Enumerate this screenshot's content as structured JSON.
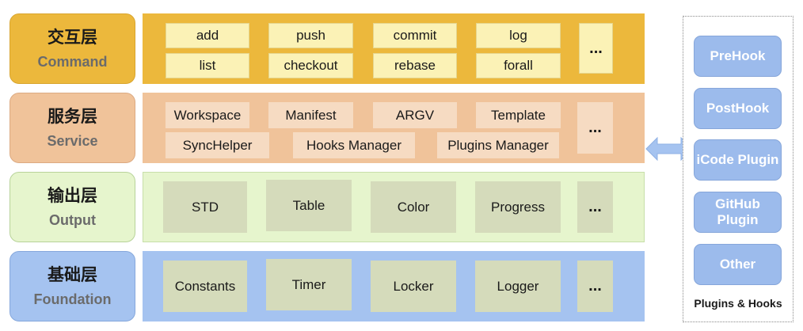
{
  "layers": {
    "command": {
      "title": "交互层",
      "subtitle": "Command",
      "items": [
        "add",
        "push",
        "commit",
        "log",
        "list",
        "checkout",
        "rebase",
        "forall"
      ],
      "more": "..."
    },
    "service": {
      "title": "服务层",
      "subtitle": "Service",
      "items": [
        "Workspace",
        "Manifest",
        "ARGV",
        "Template",
        "SyncHelper",
        "Hooks Manager",
        "Plugins Manager"
      ],
      "more": "..."
    },
    "output": {
      "title": "输出层",
      "subtitle": "Output",
      "items": [
        "STD",
        "Table",
        "Color",
        "Progress"
      ],
      "more": "..."
    },
    "foundation": {
      "title": "基础层",
      "subtitle": "Foundation",
      "items": [
        "Constants",
        "Timer",
        "Locker",
        "Logger"
      ],
      "more": "..."
    }
  },
  "plugins": {
    "caption": "Plugins & Hooks",
    "items": [
      "PreHook",
      "PostHook",
      "iCode Plugin",
      "GitHub Plugin",
      "Other"
    ]
  },
  "connector": {
    "icon": "double-arrow-icon",
    "color": "#a5c3f0"
  }
}
